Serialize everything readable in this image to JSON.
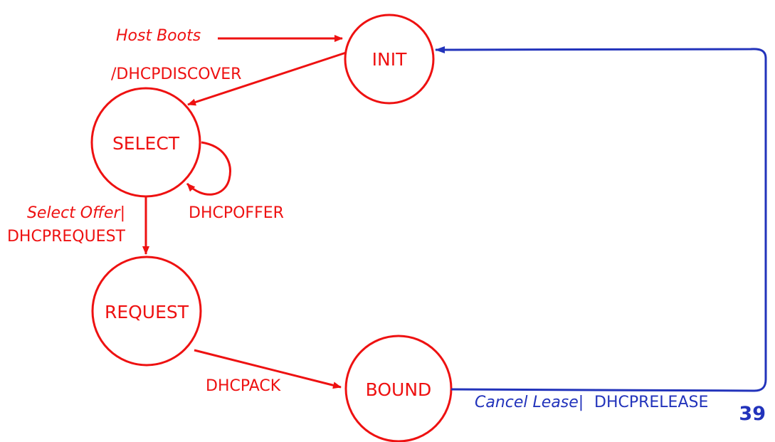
{
  "states": {
    "init": "INIT",
    "select": "SELECT",
    "request": "REQUEST",
    "bound": "BOUND"
  },
  "transitions": {
    "host_boots": "Host Boots",
    "dhcpdiscover": "/DHCPDISCOVER",
    "dhcpoffer": "DHCPOFFER",
    "select_offer": "Select Offer|",
    "dhcprequest": "DHCPREQUEST",
    "dhcpack": "DHCPACK",
    "cancel_lease": "Cancel Lease|",
    "dhcprelease": "DHCPRELEASE"
  },
  "page_number": "39",
  "colors": {
    "state": "#ee1111",
    "release_path": "#2233bb"
  }
}
